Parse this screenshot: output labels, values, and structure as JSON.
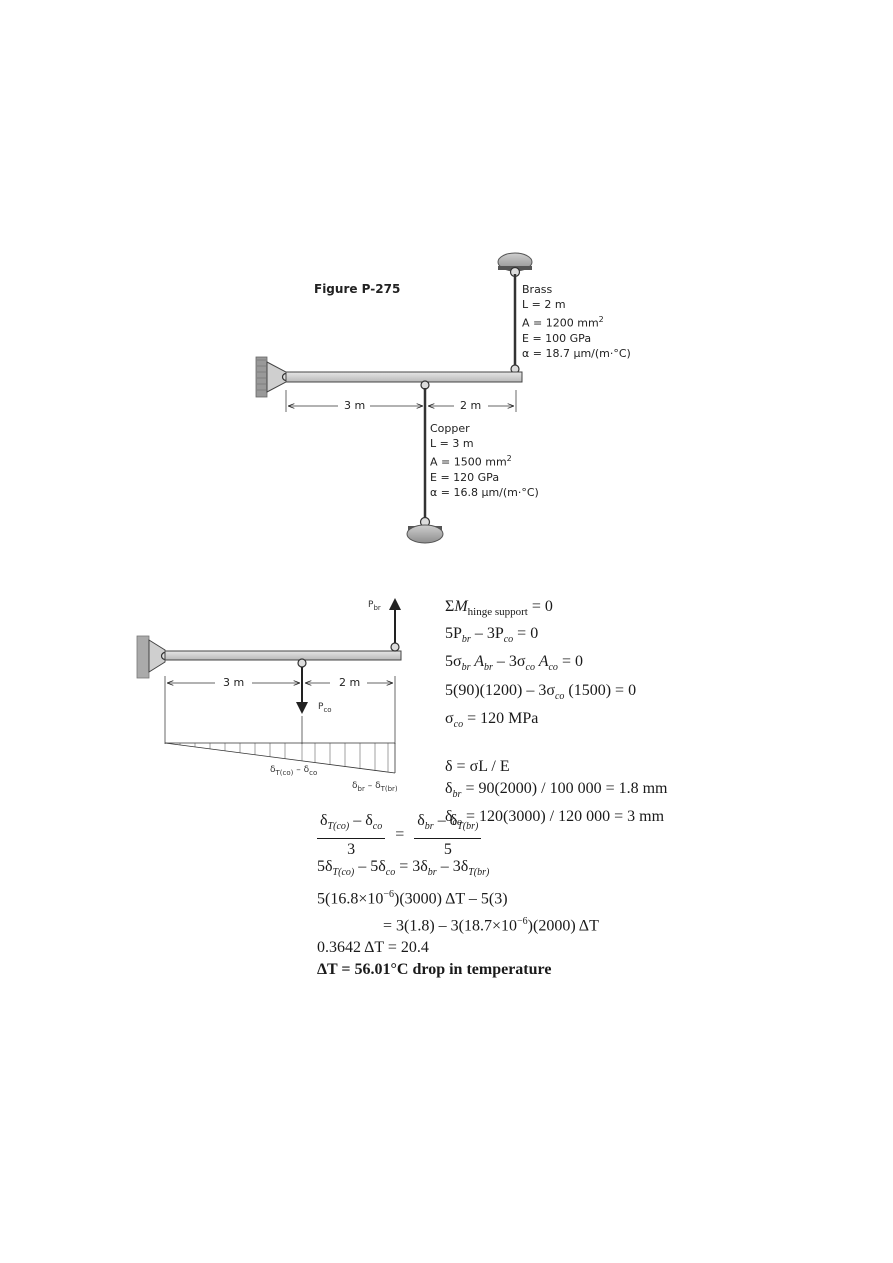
{
  "figure": {
    "title": "Figure P-275",
    "brass": {
      "name": "Brass",
      "L": "L = 2 m",
      "A": "A = 1200 mm",
      "A_sup": "2",
      "E": "E = 100 GPa",
      "alpha": "α = 18.7 μm/(m·°C)"
    },
    "copper": {
      "name": "Copper",
      "L": "L = 3 m",
      "A": "A = 1500 mm",
      "A_sup": "2",
      "E": "E = 120 GPa",
      "alpha": "α = 16.8 μm/(m·°C)"
    },
    "dims": {
      "left": "3 m",
      "right": "2 m"
    }
  },
  "fbd": {
    "p_br": "P",
    "p_br_sub": "br",
    "p_co": "P",
    "p_co_sub": "co",
    "dim_left": "3 m",
    "dim_right": "2 m",
    "delta_co_label": "δ",
    "delta_co_label_sub1": "T(co)",
    "delta_co_label_mid": " – δ",
    "delta_co_label_sub2": "co",
    "delta_br_label": "δ",
    "delta_br_label_sub1": "br",
    "delta_br_label_mid": " – δ",
    "delta_br_label_sub2": "T(br)"
  },
  "equations": {
    "e1_pre": "Σ",
    "e1_M": "M",
    "e1_sub": "hinge support",
    "e1_post": " = 0",
    "e2": "5P",
    "e2_sub1": "br",
    "e2_mid": " – 3P",
    "e2_sub2": "co",
    "e2_post": " = 0",
    "e3_a": "5σ",
    "e3_s1": "br",
    "e3_b": " A",
    "e3_s2": "br",
    "e3_c": " – 3σ",
    "e3_s3": "co",
    "e3_d": " A",
    "e3_s4": "co",
    "e3_e": " = 0",
    "e4": "5(90)(1200) – 3σ",
    "e4_sub": "co",
    "e4_post": " (1500) = 0",
    "e5": "σ",
    "e5_sub": "co",
    "e5_post": " = 120 MPa",
    "e6": "δ = σL / E",
    "e7": "δ",
    "e7_sub": "br",
    "e7_post": " = 90(2000) / 100 000 = 1.8 mm",
    "e8": "δ",
    "e8_sub": "co",
    "e8_post": " = 120(3000) / 120 000 = 3 mm"
  },
  "compat": {
    "num_left": "δ",
    "num_left_sub1": "T(co)",
    "num_left_mid": " – δ",
    "num_left_sub2": "co",
    "den_left": "3",
    "equals": "=",
    "num_right": "δ",
    "num_right_sub1": "br",
    "num_right_mid": " – δ",
    "num_right_sub2": "T(br)",
    "den_right": "5",
    "l2_a": "5δ",
    "l2_s1": "T(co)",
    "l2_b": " – 5δ",
    "l2_s2": "co",
    "l2_c": " = 3δ",
    "l2_s3": "br",
    "l2_d": " – 3δ",
    "l2_s4": "T(br)",
    "l3_a": "5(16.8×10",
    "l3_sup": "−6",
    "l3_b": ")(3000) ΔT – 5(3)",
    "l4_a": "= 3(1.8) – 3(18.7×10",
    "l4_sup": "−6",
    "l4_b": ")(2000) ΔT",
    "l5": "0.3642 ΔT = 20.4",
    "l6": "ΔT = 56.01°C drop in temperature"
  }
}
